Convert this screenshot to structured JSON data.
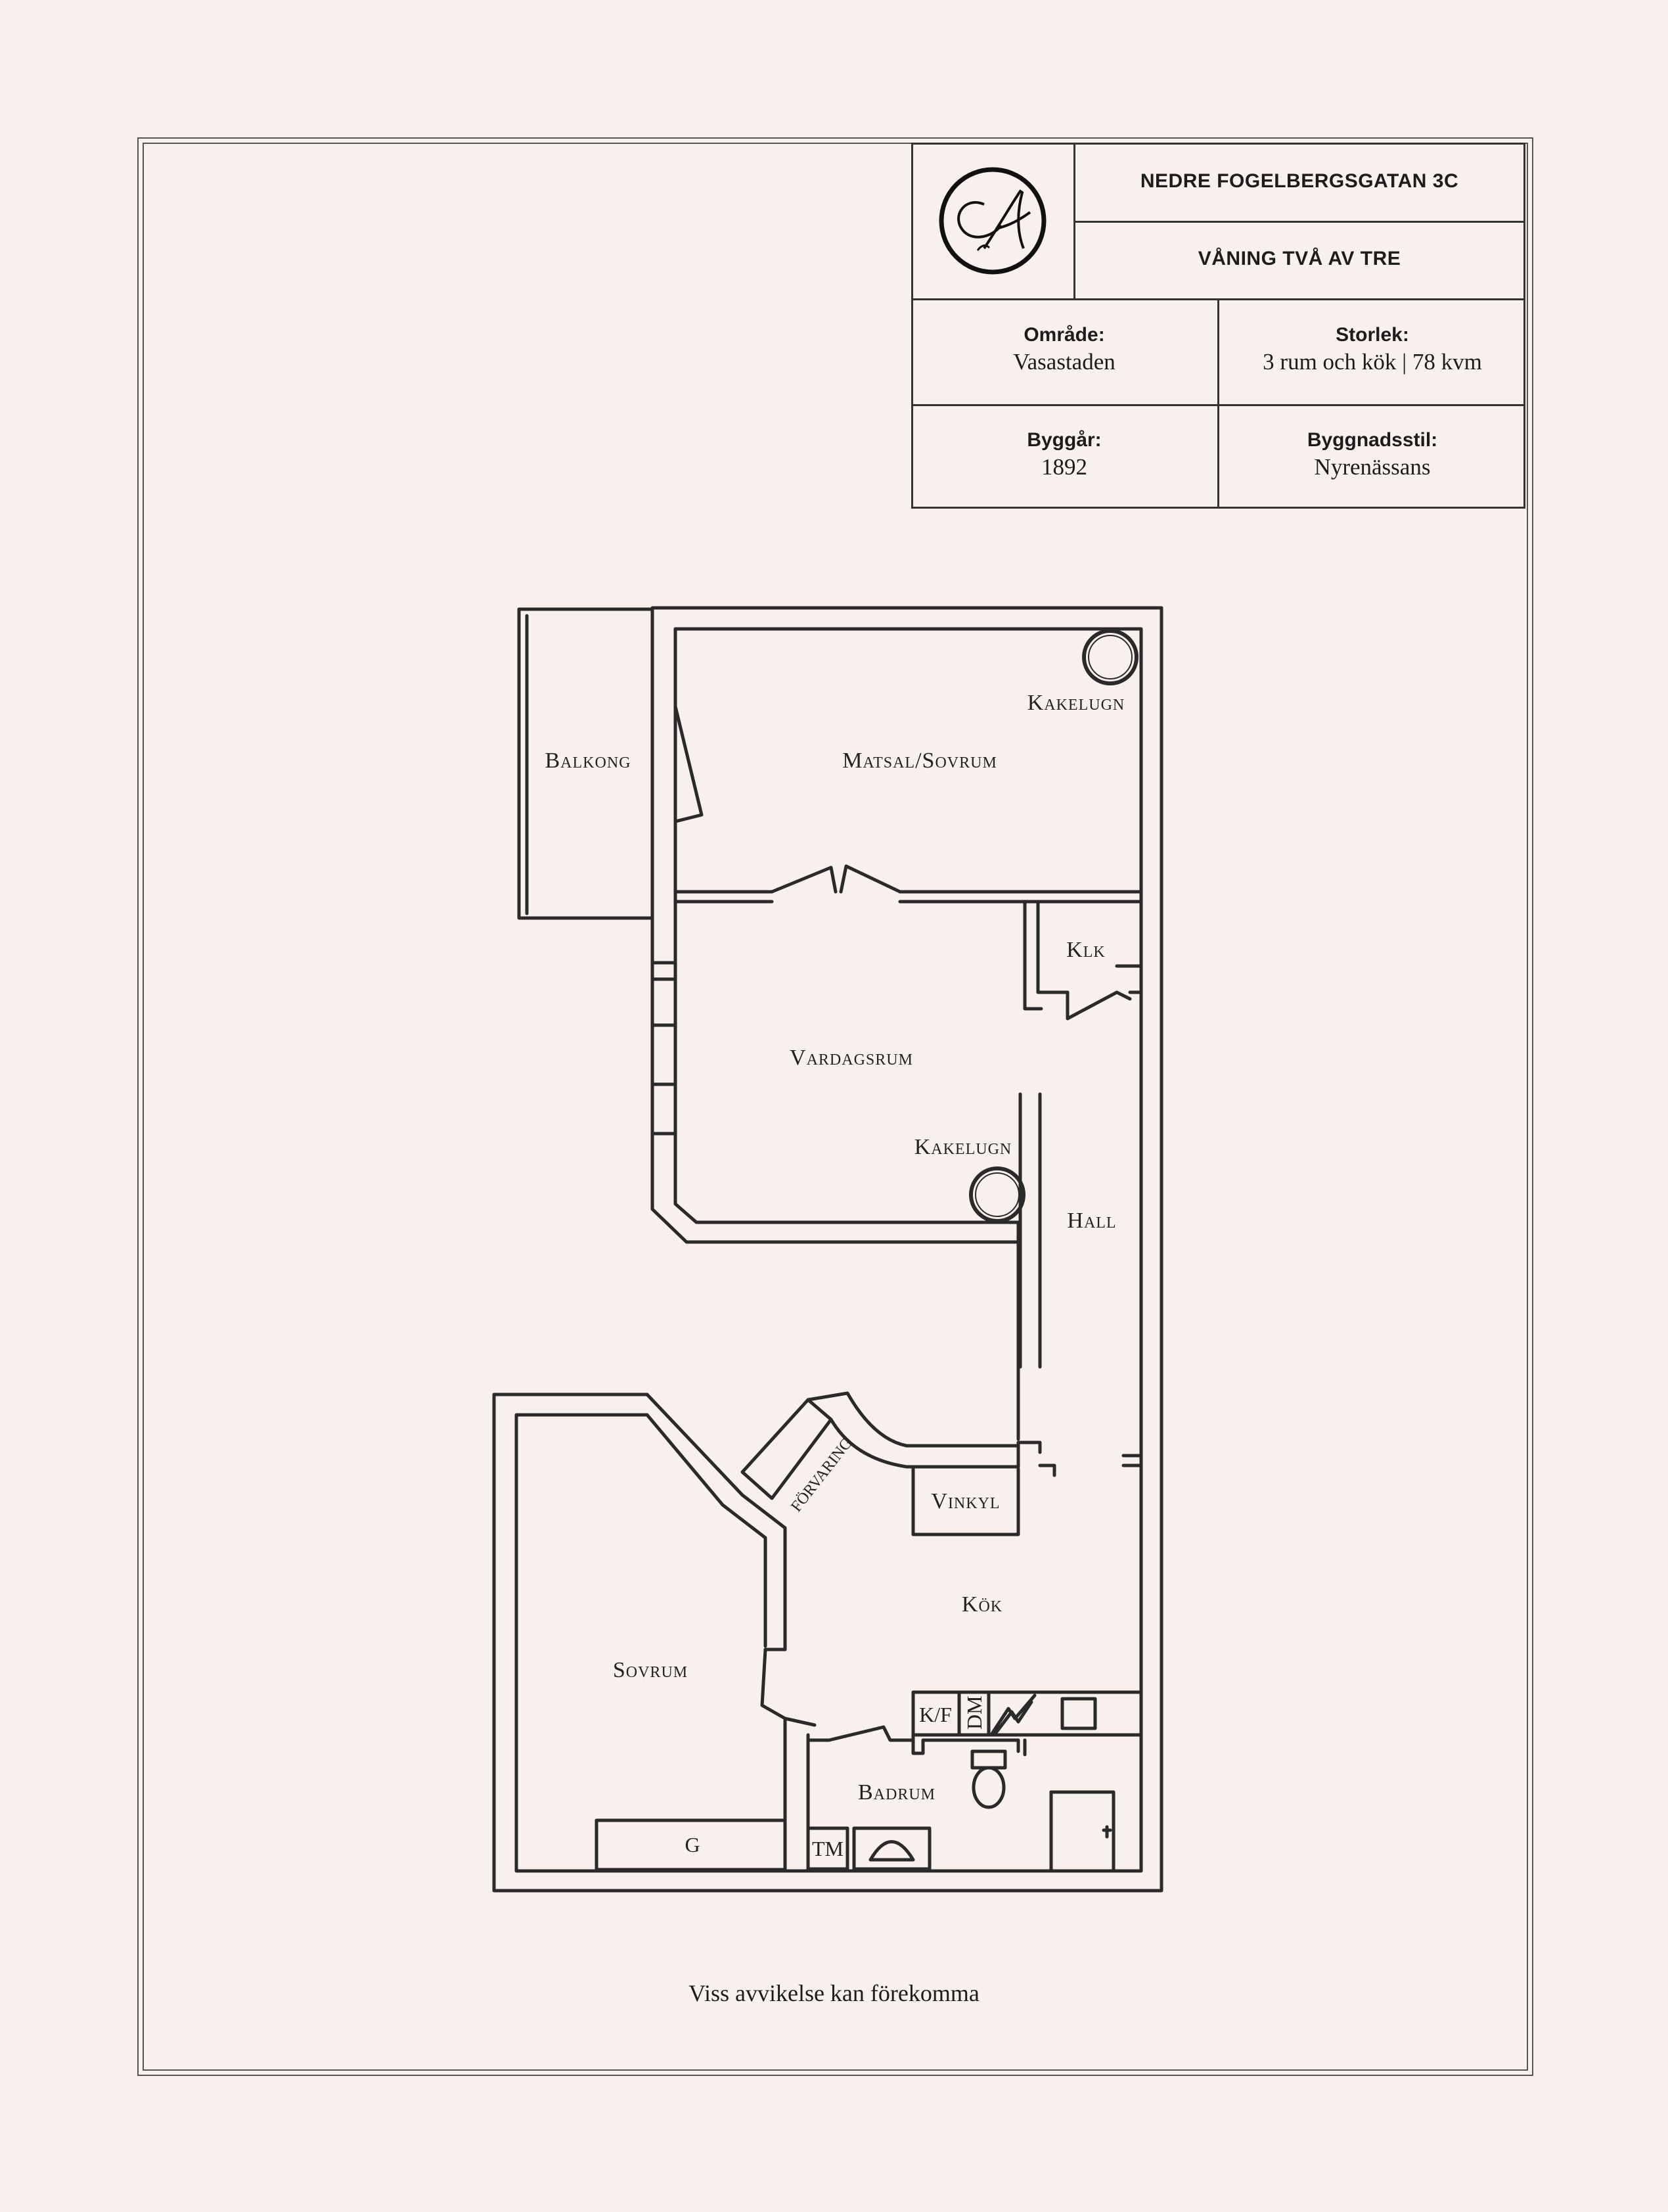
{
  "title_block": {
    "address": "NEDRE FOGELBERGSGATAN 3C",
    "floor": "VÅNING TVÅ AV TRE",
    "omrade_label": "Område:",
    "omrade_value": "Vasastaden",
    "storlek_label": "Storlek:",
    "storlek_value": "3 rum och kök | 78 kvm",
    "byggar_label": "Byggår:",
    "byggar_value": "1892",
    "stil_label": "Byggnadsstil:",
    "stil_value": "Nyrenässans"
  },
  "rooms": {
    "balkong": "Balkong",
    "matsal": "Matsal/Sovrum",
    "kakelugn_1": "Kakelugn",
    "klk": "Klk",
    "vardagsrum": "Vardagsrum",
    "kakelugn_2": "Kakelugn",
    "hall": "Hall",
    "forvaring": "FÖRVARING",
    "vinkyl": "Vinkyl",
    "kok": "Kök",
    "sovrum": "Sovrum",
    "badrum": "Badrum",
    "kf": "K/F",
    "dm": "DM",
    "tm": "TM",
    "g": "G"
  },
  "footer": "Viss avvikelse kan förekomma"
}
